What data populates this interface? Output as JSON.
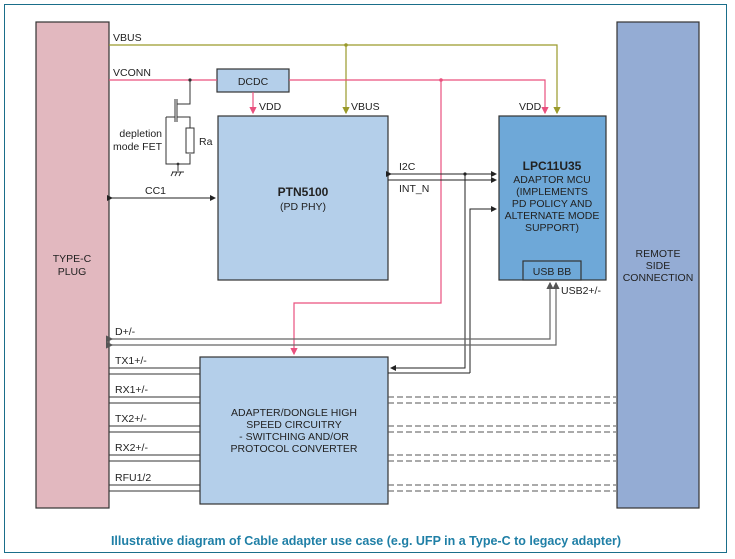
{
  "caption": "Illustrative diagram of Cable adapter use case (e.g. UFP in a Type-C to legacy adapter)",
  "colors": {
    "frame": "#1a6e8a",
    "caption": "#1f7fa6",
    "type_c_plug": "#e2b8bf",
    "ptn_block": "#b4cfea",
    "mcu_block": "#6ea8d8",
    "remote_block": "#94acd4",
    "vbus_line": "#9a9a2a",
    "vconn_line": "#e9507e",
    "signal_line": "#222222",
    "gray_line": "#777777"
  },
  "blocks": {
    "type_c_plug": {
      "line1": "TYPE-C",
      "line2": "PLUG"
    },
    "dcdc": {
      "label": "DCDC"
    },
    "ptn5100": {
      "title": "PTN5100",
      "subtitle": "(PD PHY)"
    },
    "lpc11u35": {
      "title": "LPC11U35",
      "lines": [
        "ADAPTOR MCU",
        "(IMPLEMENTS",
        "PD POLICY AND",
        "ALTERNATE MODE",
        "SUPPORT)"
      ],
      "usb_bb": "USB BB"
    },
    "remote": {
      "lines": [
        "REMOTE",
        "SIDE",
        "CONNECTION"
      ]
    },
    "hs_circuitry": {
      "lines": [
        "ADAPTER/DONGLE HIGH",
        "SPEED CIRCUITRY",
        "- SWITCHING AND/OR",
        "PROTOCOL CONVERTER"
      ]
    }
  },
  "signals": {
    "vbus": "VBUS",
    "vconn": "VCONN",
    "vdd_ptn": "VDD",
    "vbus_ptn": "VBUS",
    "vdd_mcu": "VDD",
    "cc1": "CC1",
    "i2c": "I2C",
    "int_n": "INT_N",
    "usb2": "USB2+/-",
    "dpm": "D+/-",
    "tx1": "TX1+/-",
    "rx1": "RX1+/-",
    "tx2": "TX2+/-",
    "rx2": "RX2+/-",
    "rfu": "RFU1/2"
  },
  "components": {
    "fet_label_1": "depletion",
    "fet_label_2": "mode FET",
    "resistor": "Ra"
  }
}
